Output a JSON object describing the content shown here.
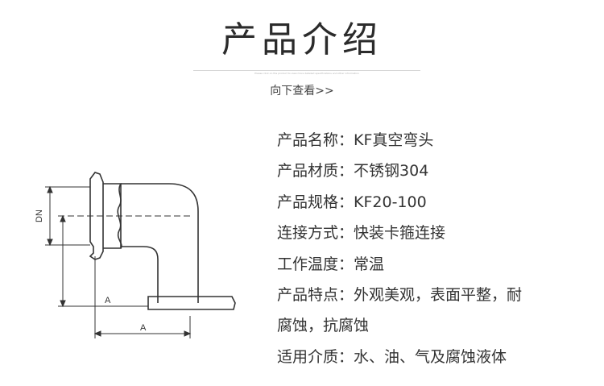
{
  "header": {
    "title": "产品介绍",
    "sub_caption": "Please click on the product to view more detailed specifications and other information",
    "more_link": "向下查看>>"
  },
  "specs": [
    {
      "label": "产品名称：",
      "value": "KF真空弯头"
    },
    {
      "label": "产品材质：",
      "value": "不锈钢304"
    },
    {
      "label": "产品规格：",
      "value": "KF20-100"
    },
    {
      "label": "连接方式：",
      "value": "快装卡箍连接"
    },
    {
      "label": "工作温度：",
      "value": "常温"
    },
    {
      "label": "产品特点：",
      "value": "外观美观，表面平整，耐"
    },
    {
      "label": "",
      "value": "腐蚀，抗腐蚀"
    },
    {
      "label": "适用介质：",
      "value": "水、油、气及腐蚀液体"
    }
  ],
  "drawing": {
    "dim_dn": "DN",
    "dim_a_horizontal": "A",
    "dim_a_vertical": "A"
  }
}
